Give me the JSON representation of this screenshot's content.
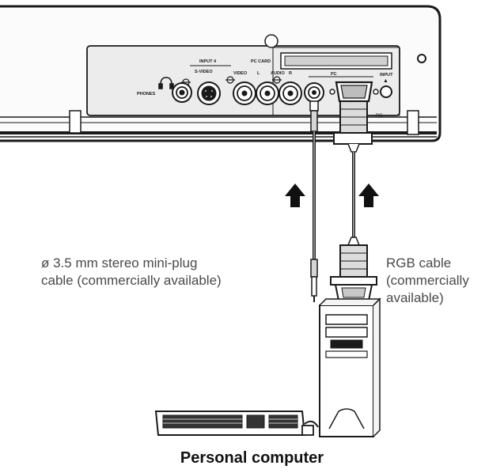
{
  "panel": {
    "input_4": "INPUT 4",
    "pc_card": "PC CARD",
    "svideo": "S-VIDEO",
    "video": "VIDEO",
    "audio_l": "L",
    "audio": "AUDIO",
    "audio_r": "R",
    "phones": "PHONES",
    "pc": "PC",
    "input_select": "INPUT",
    "eject_mark": "▲",
    "cable_tag": "PC"
  },
  "labels": {
    "minijack_line1": "ø 3.5 mm stereo mini-plug",
    "minijack_line2": "cable (commercially available)",
    "rgb_line1": "RGB cable",
    "rgb_line2": "(commercially",
    "rgb_line3": "available)"
  },
  "caption": "Personal computer",
  "colors": {
    "line": "#1a1a1a",
    "panel_fill": "#e9e9e9",
    "text": "#4a4a4a"
  },
  "icons": [
    "headphones-icon",
    "input-port-icon",
    "arrow-up-icon"
  ]
}
